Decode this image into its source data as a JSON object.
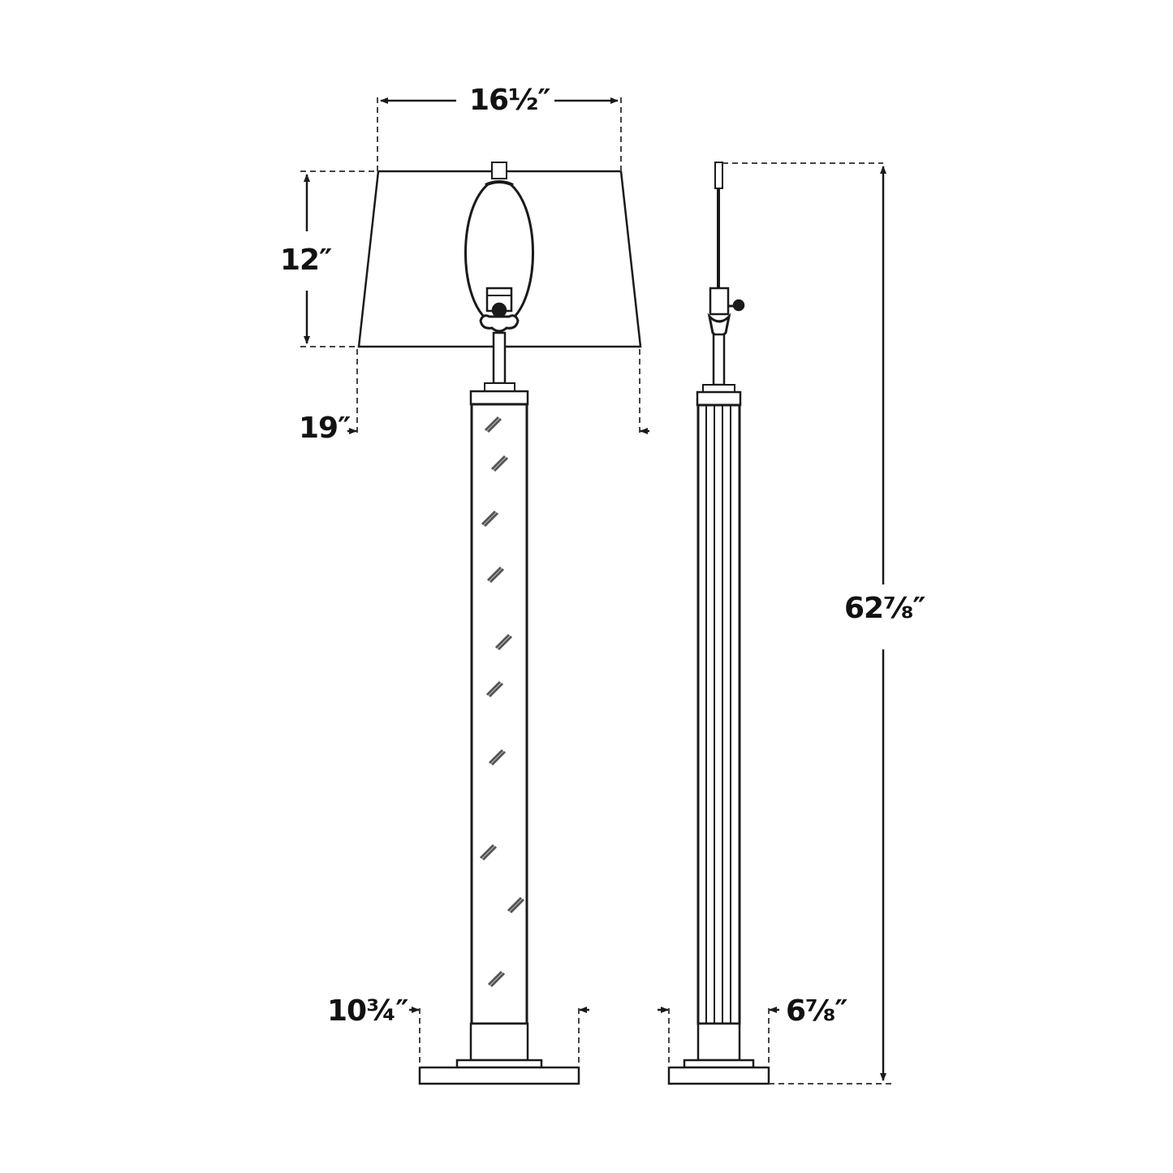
{
  "diagram": {
    "subject": "Floor lamp dimension drawing",
    "views": [
      "front",
      "side"
    ],
    "colors": {
      "line": "#1a1a1a",
      "background": "#ffffff",
      "dash": "#444444"
    },
    "dimensions": {
      "shade_width": "16½″",
      "shade_height": "12″",
      "shade_bottom_height": "19″",
      "base_width_front": "10¾″",
      "base_width_side": "6⅞″",
      "overall_height": "62⅞″"
    }
  }
}
